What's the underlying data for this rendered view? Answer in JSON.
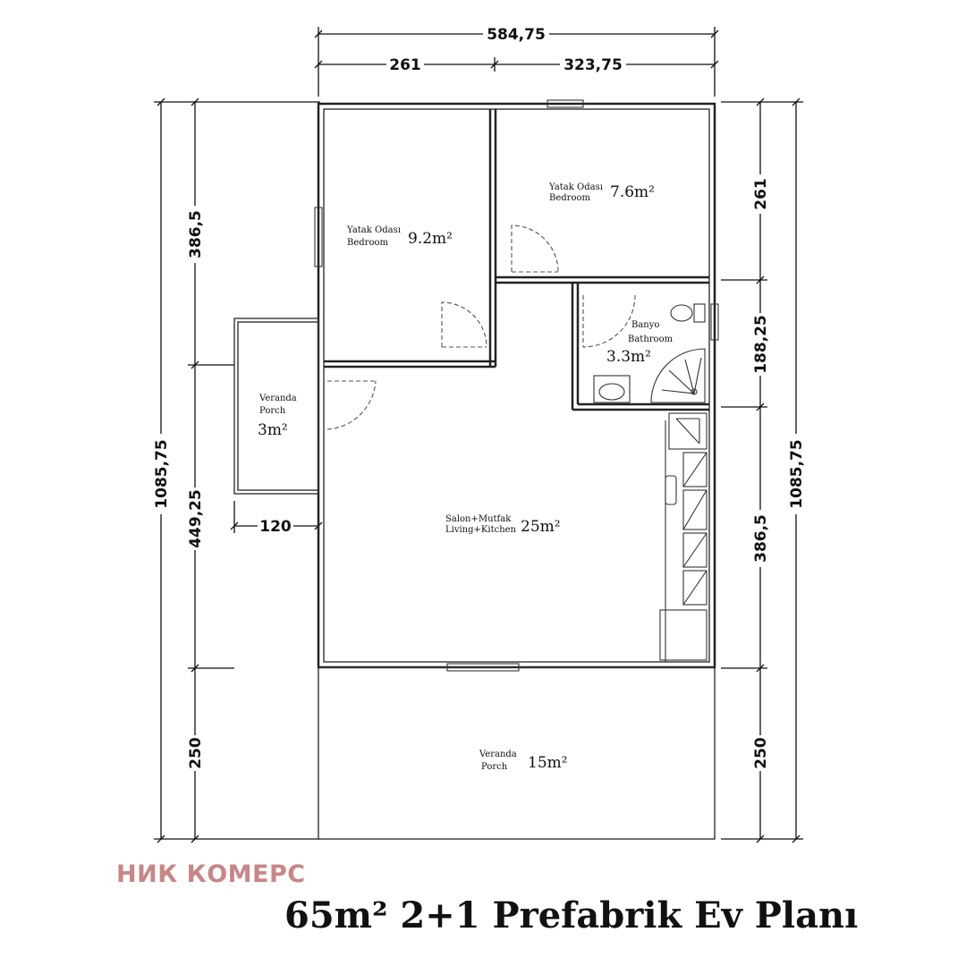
{
  "brand": {
    "name": "НИК КОМЕРС",
    "color": "#c98686"
  },
  "title": "65m² 2+1 Prefabrik Ev Planı",
  "dimensions": {
    "top_total": "584,75",
    "top_left": "261",
    "top_right": "323,75",
    "left_total": "1085,75",
    "left_upper": "386,5",
    "left_middle": "449,25",
    "left_lower": "250",
    "porch_width": "120",
    "right_total": "1085,75",
    "right_1": "261",
    "right_2": "188,25",
    "right_3": "386,5",
    "right_4": "250"
  },
  "rooms": {
    "bedroom1": {
      "name_tr": "Yatak Odası",
      "name_en": "Bedroom",
      "area": "9.2m²"
    },
    "bedroom2": {
      "name_tr": "Yatak Odası",
      "name_en": "Bedroom",
      "area": "7.6m²"
    },
    "bathroom": {
      "name_tr": "Banyo",
      "name_en": "Bathroom",
      "area": "3.3m²"
    },
    "porch_side": {
      "name_tr": "Veranda",
      "name_en": "Porch",
      "area": "3m²"
    },
    "living": {
      "name_tr": "Salon+Mutfak",
      "name_en": "Living+Kitchen",
      "area": "25m²"
    },
    "porch_front": {
      "name_tr": "Veranda",
      "name_en": "Porch",
      "area": "15m²"
    }
  }
}
